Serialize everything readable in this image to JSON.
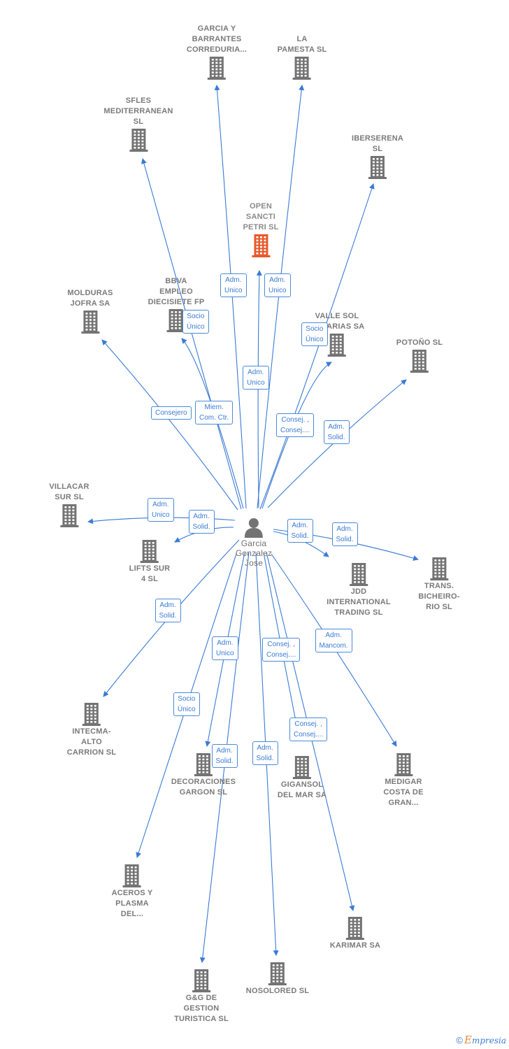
{
  "center": {
    "label": "Garcia\nGonzalez\nJose",
    "icon": "person-icon"
  },
  "colors": {
    "edge": "#3a7bd5",
    "building": "#737373",
    "focal_building": "#e8592c",
    "label_text": "#7a7a7a"
  },
  "nodes": [
    {
      "id": "garcia-y-barrantes",
      "label": "GARCIA Y\nBARRANTES\nCORREDURIA...",
      "role": "Adm.\nUnico"
    },
    {
      "id": "la-pamesta",
      "label": "LA\nPAMESTA SL",
      "role": "Adm.\nUnico"
    },
    {
      "id": "sfles-mediterranean",
      "label": "SFLES\nMEDITERRANEAN\nSL",
      "role": "Miem.\nCom. Ctr."
    },
    {
      "id": "iberserena",
      "label": "IBERSERENA\nSL",
      "role": "Consej. ,\nConsej...."
    },
    {
      "id": "open-sancti-petri",
      "label": "OPEN\nSANCTI\nPETRI  SL",
      "role": "Adm.\nUnico",
      "focal": true
    },
    {
      "id": "molduras-jofra",
      "label": "MOLDURAS\nJOFRA SA",
      "role": "Consejero"
    },
    {
      "id": "bbva-empleo",
      "label": "BBVA\nEMPLEO\nDIECISIETE FP",
      "role": "Socio\nÚnico"
    },
    {
      "id": "valle-sol-canarias",
      "label": "VALLE SOL\nCANARIAS SA",
      "role": "Socio\nÚnico"
    },
    {
      "id": "potono",
      "label": "POTOÑO  SL",
      "role": "Adm.\nSolid."
    },
    {
      "id": "villacar-sur",
      "label": "VILLACAR\nSUR  SL",
      "role": "Adm.\nUnico"
    },
    {
      "id": "lifts-sur-4",
      "label": "LIFTS SUR\n4  SL",
      "role": "Adm.\nSolid."
    },
    {
      "id": "jdd-international",
      "label": "JDD\nINTERNATIONAL\nTRADING  SL",
      "role": "Adm.\nSolid."
    },
    {
      "id": "trans-bicheirorio",
      "label": "TRANS.\nBICHEIRO-\nRIO  SL",
      "role": "Adm.\nSolid."
    },
    {
      "id": "intecma-alto-carrion",
      "label": "INTECMA-\nALTO\nCARRION SL",
      "role": "Adm.\nSolid."
    },
    {
      "id": "decoraciones-gargon",
      "label": "DECORACIONES\nGARGON SL",
      "role": "Adm.\nUnico"
    },
    {
      "id": "gigansol-del-mar",
      "label": "GIGANSOL\nDEL MAR SA",
      "role": "Consej. ,\nConsej...."
    },
    {
      "id": "medigar-costa",
      "label": "MEDIGAR\nCOSTA DE\nGRAN...",
      "role": "Adm.\nMancom."
    },
    {
      "id": "aceros-y-plasma",
      "label": "ACEROS Y\nPLASMA\nDEL...",
      "role": "Socio\nÚnico"
    },
    {
      "id": "karimar",
      "label": "KARIMAR SA",
      "role": "Consej. ,\nConsej...."
    },
    {
      "id": "gg-gestion-turistica",
      "label": "G&G DE\nGESTION\nTURISTICA SL",
      "role": "Adm.\nSolid."
    },
    {
      "id": "nosolored",
      "label": "NOSOLORED SL",
      "role": "Adm.\nSolid."
    }
  ],
  "footer": {
    "copyright": "©",
    "brand_initial": "E",
    "brand_rest": "mpresia"
  }
}
